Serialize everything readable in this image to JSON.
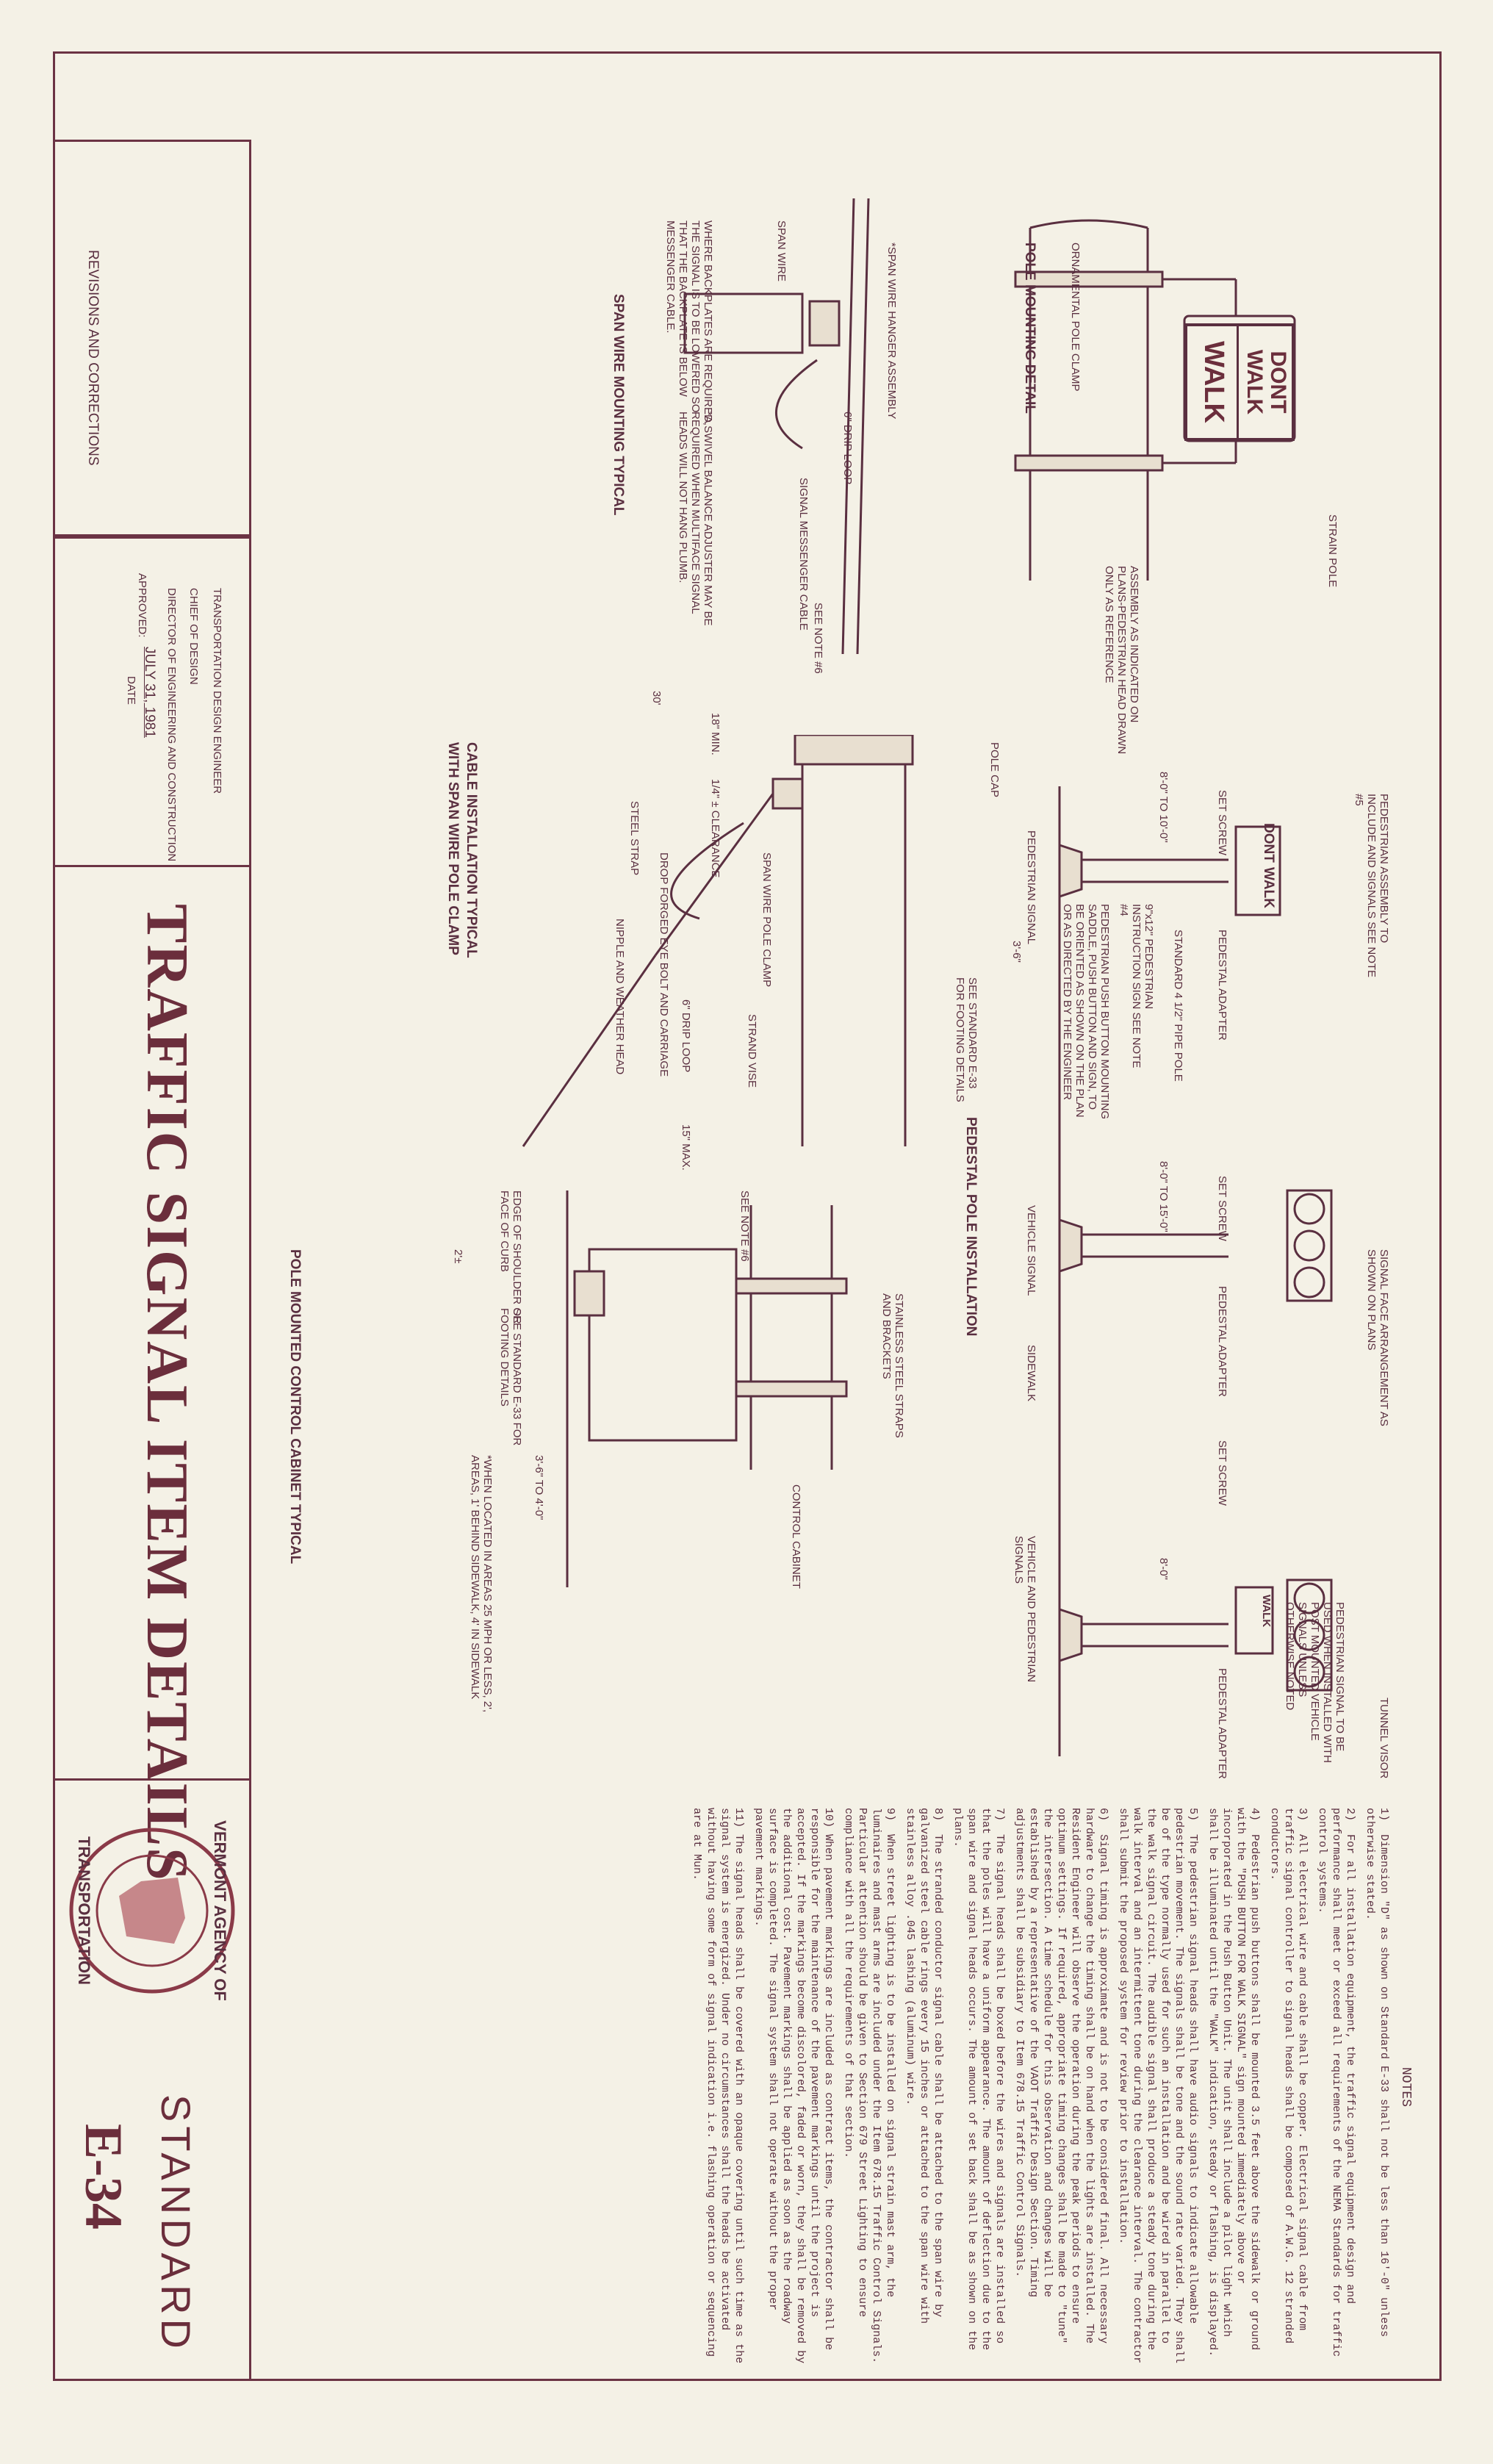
{
  "title": {
    "main": "TRAFFIC SIGNAL ITEM DETAILS",
    "standard_label": "STANDARD",
    "standard_number": "E-34"
  },
  "title_block": {
    "revisions": "REVISIONS AND CORRECTIONS",
    "approved_label": "APPROVED:",
    "approved_date": "JULY 31, 1981",
    "date_label": "DATE",
    "director": "DIRECTOR OF ENGINEERING AND CONSTRUCTION",
    "chief": "CHIEF OF DESIGN",
    "trans_eng": "TRANSPORTATION DESIGN ENGINEER",
    "agency_top": "VERMONT AGENCY OF",
    "agency_bottom": "TRANSPORTATION"
  },
  "pole_mounting": {
    "title": "POLE MOUNTING DETAIL",
    "strain_pole": "STRAIN POLE",
    "clamp": "ORNAMENTAL POLE CLAMP",
    "assembly_note": "ASSEMBLY AS INDICATED ON PLANS-PEDESTRIAN HEAD DRAWN ONLY AS REFERENCE",
    "sign_dont": "DONT",
    "sign_walk": "WALK",
    "sign_walk2": "WALK"
  },
  "span_wire": {
    "title": "SPAN WIRE MOUNTING TYPICAL",
    "span_wire": "SPAN WIRE",
    "hanger": "*SPAN WIRE HANGER ASSEMBLY",
    "messenger": "SIGNAL MESSENGER CABLE",
    "see_note6": "SEE NOTE #6",
    "drip": "6\" DRIP LOOP",
    "backplate": "WHERE BACKPLATES ARE REQUIRED, THE SIGNAL IS TO BE LOWERED SO THAT THE BACKPLATE IS BELOW MESSENGER CABLE.",
    "swivel": "*A SWIVEL BALANCE ADJUSTER MAY BE REQUIRED WHEN MULTIFACE SIGNAL HEADS WILL NOT HANG PLUMB."
  },
  "cable_install": {
    "title_1": "CABLE INSTALLATION TYPICAL",
    "title_2": "WITH SPAN WIRE POLE CLAMP",
    "pole_cap": "POLE CAP",
    "clearance": "1/4\" ± CLEARANCE",
    "min": "18\" MIN.",
    "dim30": "30'",
    "steel_strap": "STEEL STRAP",
    "clamp": "SPAN WIRE POLE CLAMP",
    "eye_bolt": "DROP FORGED EYE BOLT AND CARRIAGE",
    "nipple": "NIPPLE AND WEATHER HEAD",
    "drip": "6\" DRIP LOOP",
    "strand_vise": "STRAND VISE",
    "max15": "15\" MAX.",
    "see_note6": "SEE NOTE #6"
  },
  "pedestal": {
    "title": "PEDESTAL POLE INSTALLATION",
    "ped_assembly": "PEDESTRIAN ASSEMBLY TO INCLUDE AND SIGNALS SEE NOTE #5",
    "set_screw": "SET SCREW",
    "pedestal_adapter": "PEDESTAL ADAPTER",
    "pipe_pole": "STANDARD 4 1/2\" PIPE POLE",
    "instruction_sign": "9\"x12\" PEDESTRIAN INSTRUCTION SIGN SEE NOTE #4",
    "push_button": "PEDESTRIAN PUSH BUTTON MOUNTING SADDLE, PUSH BUTTON AND SIGN, TO BE ORIENTED AS SHOWN ON THE PLAN OR AS DIRECTED BY THE ENGINEER",
    "height_ped": "8'-0\" TO 10'-0\"",
    "height_veh": "8'-0\" TO 15'-0\"",
    "height_both": "8'-0\"",
    "dim36": "3'-6\"",
    "ped_signal": "PEDESTRIAN SIGNAL",
    "veh_signal": "VEHICLE SIGNAL",
    "both_signal": "VEHICLE AND PEDESTRIAN SIGNALS",
    "footing": "SEE STANDARD E-33 FOR FOOTING DETAILS",
    "face_arrangement": "SIGNAL FACE ARRANGEMENT AS SHOWN ON PLANS",
    "sidewalk": "SIDEWALK",
    "tunnel_visor": "TUNNEL VISOR",
    "ped_signal_note": "PEDESTRIAN SIGNAL TO BE USED WHEN INSTALLED WITH POST MOUNTED VEHICLE SIGNALS UNLESS OTHERWISE NOTED"
  },
  "cabinet": {
    "title": "POLE MOUNTED CONTROL CABINET TYPICAL",
    "straps": "STAINLESS STEEL STRAPS AND BRACKETS",
    "cabinet": "CONTROL CABINET",
    "shoulder": "EDGE OF SHOULDER OR FACE OF CURB",
    "dim2": "2'±",
    "dim34": "3'-6\" TO 4'-0\"",
    "footing": "SEE STANDARD E-33 FOR FOOTING DETAILS",
    "when_located": "*WHEN LOCATED IN AREAS 25 MPH OR LESS, 2', AREAS, 1' BEHIND SIDEWALK, 4' IN SIDEWALK"
  },
  "notes": {
    "heading": "NOTES",
    "items": [
      "1)  Dimension \"D\" as shown on Standard E-33 shall not be less than 16'-0\" unless otherwise stated.",
      "2)  For all installation equipment, the traffic signal equipment design and performance shall meet or exceed all requirements of the NEMA Standards for traffic control systems.",
      "3)  All electrical wire and cable shall be copper. Electrical signal cable from traffic signal controller to signal heads shall be composed of A.W.G. 12 stranded conductors.",
      "4)  Pedestrian push buttons shall be mounted 3.5 feet above the sidewalk or ground with the \"PUSH BUTTON FOR WALK SIGNAL\" sign mounted immediately above or incorporated in the Push Button Unit. The unit shall include a pilot light which shall be illuminated until the \"WALK\" indication, steady or flashing, is displayed.",
      "5)  The pedestrian signal heads shall have audio signals to indicate allowable pedestrian movement. The signals shall be tone and the sound rate varied. They shall be of the type normally used for such an installation and be wired in parallel to the walk signal circuit. The audible signal shall produce a steady tone during the walk interval and an intermittent tone during the clearance interval. The contractor shall submit the proposed system for review prior to installation.",
      "6)  Signal timing is approximate and is not to be considered final. All necessary hardware to change the timing shall be on hand when the lights are installed. The Resident Engineer will observe the operation during the peak periods to ensure optimum settings. If required, appropriate timing changes shall be made to \"tune\" the intersection. A time schedule for this observation and changes will be established by a representative of the VAOT Traffic Design Section. Timing adjustments shall be subsidiary to Item 678.15 Traffic Control Signals.",
      "7)  The signal heads shall be boxed before the wires and signals are installed so that the poles will have a uniform appearance. The amount of deflection due to the span wire and signal heads occurs. The amount of set back shall be as shown on the plans.",
      "8)  The stranded conductor signal cable shall be attached to the span wire by galvanized steel cable rings every 15 inches or attached to the span wire with stainless alloy .045 lashing (aluminum) wire.",
      "9)  When street lighting is to be installed on signal strain mast arm, the luminaires and mast arms are included under the Item 678.15 Traffic Control Signals. Particular attention should be given to Section 679 Street Lighting to ensure compliance with all the requirements of that section.",
      "10) When pavement markings are included as contract items, the contractor shall be responsible for the maintenance of the pavement markings until the project is accepted. If the markings become discolored, faded or worn, they shall be removed by the additional cost. Pavement markings shall be applied as soon as the roadway surface is completed. The signal system shall not operate without the proper pavement markings.",
      "11) The signal heads shall be covered with an opaque covering until such time as the signal system is energized. Under no circumstances shall the heads be activated without having some form of signal indication i.e. flashing operation or sequencing are at Mun."
    ]
  }
}
